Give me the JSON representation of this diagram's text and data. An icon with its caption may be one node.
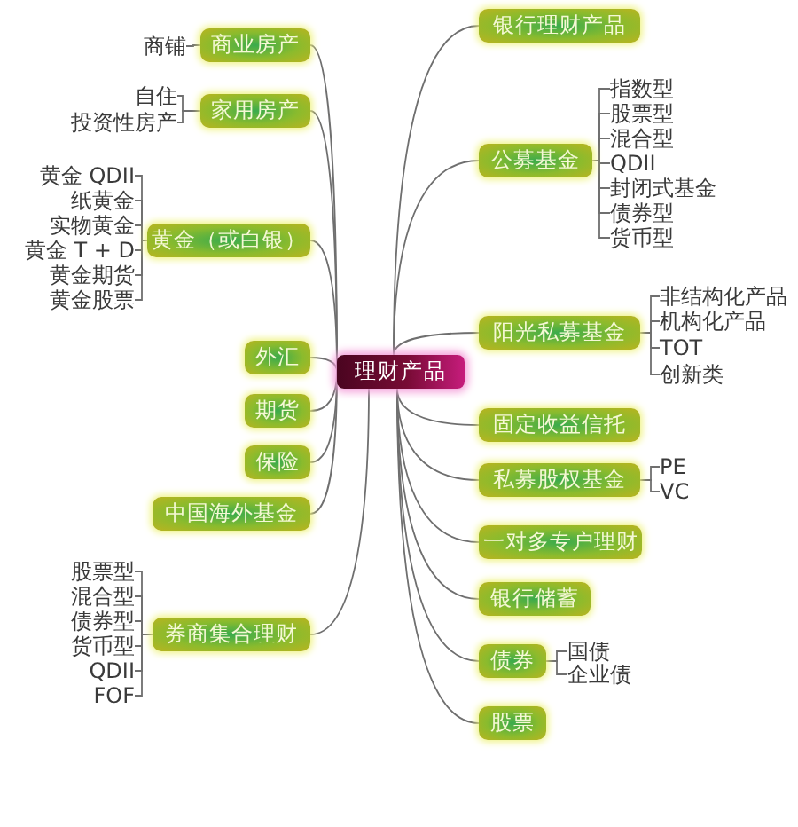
{
  "diagram": {
    "nodes": [
      {
        "text": [
          "理财产品"
        ]
      },
      {
        "text": [
          "商业房产"
        ]
      },
      {
        "text": [
          "商铺"
        ]
      },
      {
        "text": [
          "家用房产"
        ]
      },
      {
        "text": [
          "自住"
        ]
      },
      {
        "text": [
          "投资性房产"
        ]
      },
      {
        "text": [
          "黄金（或白银）"
        ]
      },
      {
        "text": [
          "黄金 QDII"
        ]
      },
      {
        "text": [
          "纸黄金"
        ]
      },
      {
        "text": [
          "实物黄金"
        ]
      },
      {
        "text": [
          "黄金 T + D"
        ]
      },
      {
        "text": [
          "黄金期货"
        ]
      },
      {
        "text": [
          "黄金股票"
        ]
      },
      {
        "text": [
          "外汇"
        ]
      },
      {
        "text": [
          "期货"
        ]
      },
      {
        "text": [
          "保险"
        ]
      },
      {
        "text": [
          "中国海外基金"
        ]
      },
      {
        "text": [
          "券商集合理财"
        ]
      },
      {
        "text": [
          "股票型"
        ]
      },
      {
        "text": [
          "混合型"
        ]
      },
      {
        "text": [
          "债券型"
        ]
      },
      {
        "text": [
          "货币型"
        ]
      },
      {
        "text": [
          "QDII"
        ]
      },
      {
        "text": [
          "FOF"
        ]
      },
      {
        "text": [
          "银行理财产品"
        ]
      },
      {
        "text": [
          "公募基金"
        ]
      },
      {
        "text": [
          "指数型"
        ]
      },
      {
        "text": [
          "股票型"
        ]
      },
      {
        "text": [
          "混合型"
        ]
      },
      {
        "text": [
          "QDII"
        ]
      },
      {
        "text": [
          "封闭式基金"
        ]
      },
      {
        "text": [
          "债券型"
        ]
      },
      {
        "text": [
          "货币型"
        ]
      },
      {
        "text": [
          "阳光私募基金"
        ]
      },
      {
        "text": [
          "非结构化产品"
        ]
      },
      {
        "text": [
          "机构化产品"
        ]
      },
      {
        "text": [
          "TOT"
        ]
      },
      {
        "text": [
          "创新类"
        ]
      },
      {
        "text": [
          "固定收益信托"
        ]
      },
      {
        "text": [
          "私募股权基金"
        ]
      },
      {
        "text": [
          "PE"
        ]
      },
      {
        "text": [
          "VC"
        ]
      },
      {
        "text": [
          "一对多专户理财"
        ]
      },
      {
        "text": [
          "银行储蓄"
        ]
      },
      {
        "text": [
          "债券"
        ]
      },
      {
        "text": [
          "国债"
        ]
      },
      {
        "text": [
          "企业债"
        ]
      },
      {
        "text": [
          "股票"
        ]
      }
    ],
    "edges": [
      {
        "from": 0,
        "to": 1,
        "arrow": "none"
      },
      {
        "from": 0,
        "to": 3,
        "arrow": "none"
      },
      {
        "from": 0,
        "to": 6,
        "arrow": "none"
      },
      {
        "from": 0,
        "to": 13,
        "arrow": "none"
      },
      {
        "from": 0,
        "to": 14,
        "arrow": "none"
      },
      {
        "from": 0,
        "to": 15,
        "arrow": "none"
      },
      {
        "from": 0,
        "to": 16,
        "arrow": "none"
      },
      {
        "from": 0,
        "to": 17,
        "arrow": "none"
      },
      {
        "from": 0,
        "to": 24,
        "arrow": "none"
      },
      {
        "from": 0,
        "to": 25,
        "arrow": "none"
      },
      {
        "from": 0,
        "to": 33,
        "arrow": "none"
      },
      {
        "from": 0,
        "to": 38,
        "arrow": "none"
      },
      {
        "from": 0,
        "to": 39,
        "arrow": "none"
      },
      {
        "from": 0,
        "to": 42,
        "arrow": "none"
      },
      {
        "from": 0,
        "to": 43,
        "arrow": "none"
      },
      {
        "from": 0,
        "to": 44,
        "arrow": "none"
      },
      {
        "from": 0,
        "to": 47,
        "arrow": "none"
      },
      {
        "from": 1,
        "to": 2,
        "arrow": "none"
      },
      {
        "from": 3,
        "to": 4,
        "arrow": "none"
      },
      {
        "from": 3,
        "to": 5,
        "arrow": "none"
      },
      {
        "from": 6,
        "to": 7,
        "arrow": "none"
      },
      {
        "from": 6,
        "to": 8,
        "arrow": "none"
      },
      {
        "from": 6,
        "to": 9,
        "arrow": "none"
      },
      {
        "from": 6,
        "to": 10,
        "arrow": "none"
      },
      {
        "from": 6,
        "to": 11,
        "arrow": "none"
      },
      {
        "from": 6,
        "to": 12,
        "arrow": "none"
      },
      {
        "from": 17,
        "to": 18,
        "arrow": "none"
      },
      {
        "from": 17,
        "to": 19,
        "arrow": "none"
      },
      {
        "from": 17,
        "to": 20,
        "arrow": "none"
      },
      {
        "from": 17,
        "to": 21,
        "arrow": "none"
      },
      {
        "from": 17,
        "to": 22,
        "arrow": "none"
      },
      {
        "from": 17,
        "to": 23,
        "arrow": "none"
      },
      {
        "from": 25,
        "to": 26,
        "arrow": "none"
      },
      {
        "from": 25,
        "to": 27,
        "arrow": "none"
      },
      {
        "from": 25,
        "to": 28,
        "arrow": "none"
      },
      {
        "from": 25,
        "to": 29,
        "arrow": "none"
      },
      {
        "from": 25,
        "to": 30,
        "arrow": "none"
      },
      {
        "from": 25,
        "to": 31,
        "arrow": "none"
      },
      {
        "from": 25,
        "to": 32,
        "arrow": "none"
      },
      {
        "from": 33,
        "to": 34,
        "arrow": "none"
      },
      {
        "from": 33,
        "to": 35,
        "arrow": "none"
      },
      {
        "from": 33,
        "to": 36,
        "arrow": "none"
      },
      {
        "from": 33,
        "to": 37,
        "arrow": "none"
      },
      {
        "from": 39,
        "to": 40,
        "arrow": "none"
      },
      {
        "from": 39,
        "to": 41,
        "arrow": "none"
      },
      {
        "from": 44,
        "to": 45,
        "arrow": "none"
      },
      {
        "from": 44,
        "to": 46,
        "arrow": "none"
      }
    ]
  }
}
